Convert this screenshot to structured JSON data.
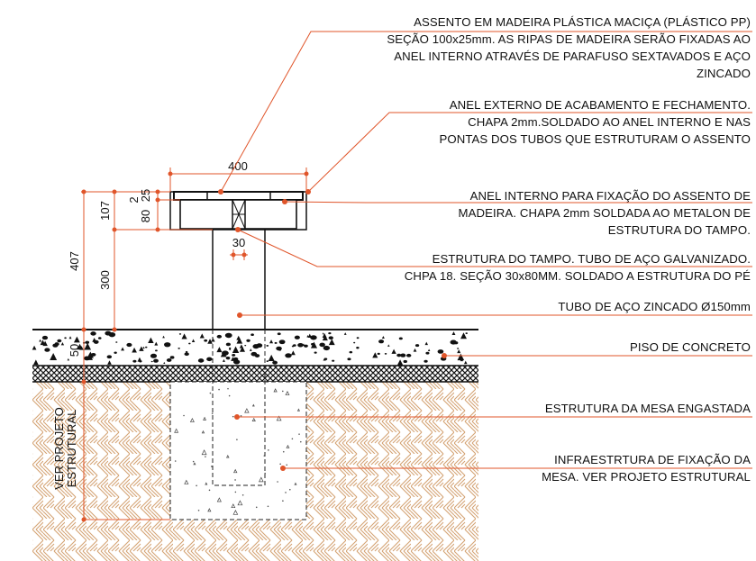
{
  "annotations": {
    "seat": {
      "lines": [
        "ASSENTO EM MADEIRA PLÁSTICA MACIÇA (PLÁSTICO PP)",
        "SEÇÃO 100x25mm. AS RIPAS DE MADEIRA SERÃO FIXADAS AO",
        "ANEL INTERNO ATRAVÉS DE PARAFUSO SEXTAVADOS E AÇO",
        "ZINCADO"
      ]
    },
    "outer_ring": {
      "lines": [
        "ANEL EXTERNO DE ACABAMENTO E FECHAMENTO.",
        "CHAPA 2mm.SOLDADO AO ANEL INTERNO E NAS",
        "PONTAS DOS TUBOS QUE ESTRUTURAM O ASSENTO"
      ]
    },
    "inner_ring": {
      "lines": [
        "ANEL INTERNO PARA FIXAÇÃO DO ASSENTO DE",
        "MADEIRA. CHAPA 2mm SOLDADA AO METALON DE",
        "ESTRUTURA DO TAMPO."
      ]
    },
    "top_structure": {
      "lines": [
        "ESTRUTURA DO TAMPO. TUBO DE AÇO GALVANIZADO.",
        "CHPA 18. SEÇÃO 30x80MM. SOLDADO A ESTRUTURA DO PÉ"
      ]
    },
    "tube": {
      "lines": [
        "TUBO DE AÇO ZINCADO Ø150mm"
      ]
    },
    "floor": {
      "lines": [
        "PISO DE CONCRETO"
      ]
    },
    "embedded": {
      "lines": [
        "ESTRUTURA DA MESA ENGASTADA"
      ]
    },
    "foundation": {
      "lines": [
        "INFRAESTRTURA DE FIXAÇÃO DA",
        "MESA. VER PROJETO ESTRUTURAL"
      ]
    }
  },
  "dimensions": {
    "seat_width": "400",
    "ring_25": "25",
    "ring_2": "2",
    "ring_80": "80",
    "top_107": "107",
    "tube_300": "300",
    "total_407": "407",
    "floor_50": "50",
    "profile_30": "30"
  },
  "side_note": {
    "lines": [
      "VER PROJETO",
      "ESTRUTURAL"
    ]
  },
  "colors": {
    "leader": "#e0552a",
    "ink": "#111111",
    "soil_hatch": "#d4a373"
  }
}
